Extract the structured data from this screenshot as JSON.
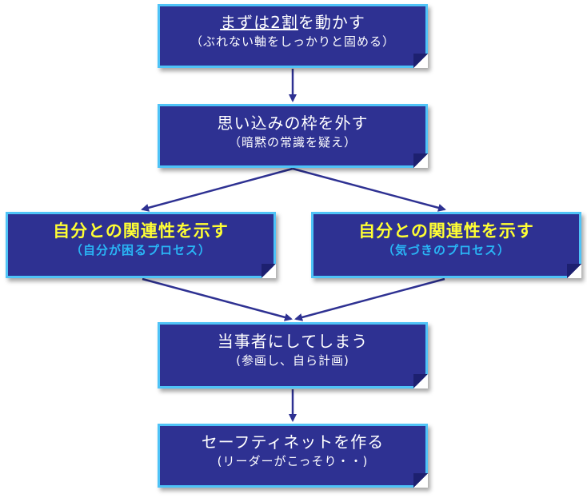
{
  "colors": {
    "box_fill": "#2e3192",
    "box_border": "#4fc3f7",
    "arrow": "#2e3192",
    "highlight_title": "#ffff33",
    "highlight_sub": "#29b6f6"
  },
  "nodes": {
    "top": {
      "title_underlined": "まずは2割",
      "title_rest": "を動かす",
      "subtitle": "（ぶれない軸をしっかりと固める）"
    },
    "second": {
      "title": "思い込みの枠を外す",
      "subtitle": "（暗黙の常識を疑え）"
    },
    "left": {
      "title": "自分との関連性を示す",
      "subtitle": "（自分が困るプロセス）"
    },
    "right": {
      "title": "自分との関連性を示す",
      "subtitle": "（気づきのプロセス）"
    },
    "fourth": {
      "title": "当事者にしてしまう",
      "subtitle": "(参画し、自ら計画)"
    },
    "bottom": {
      "title": "セーフティネットを作る",
      "subtitle": "(リーダーがこっそり・・)"
    }
  }
}
